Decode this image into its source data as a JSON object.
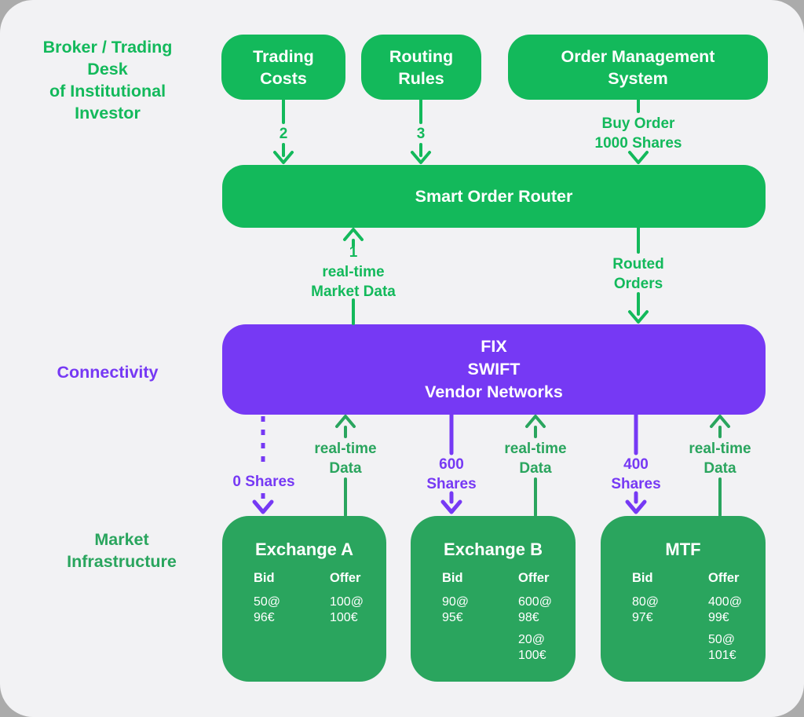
{
  "colors": {
    "bright_green": "#13b95b",
    "dark_green": "#2aa55e",
    "purple": "#7639f4",
    "card_bg": "#f2f2f4",
    "outer_bg": "#ababab",
    "box_text": "#ffffff"
  },
  "sections": {
    "broker": "Broker / Trading\nDesk\nof Institutional\nInvestor",
    "connectivity": "Connectivity",
    "market_infrastructure": "Market\nInfrastructure"
  },
  "boxes": {
    "trading_costs": "Trading\nCosts",
    "routing_rules": "Routing\nRules",
    "oms": "Order Management\nSystem",
    "sor": "Smart Order Router",
    "connectivity_box": "FIX\nSWIFT\nVendor Networks"
  },
  "arrow_labels": {
    "step2": "2",
    "step3": "3",
    "buy_order": "Buy Order\n1000 Shares",
    "market_data": "1\nreal-time\nMarket Data",
    "routed_orders": "Routed\nOrders",
    "zero_shares": "0 Shares",
    "rt_a": "real-time\nData",
    "shares_600": "600\nShares",
    "rt_b": "real-time\nData",
    "shares_400": "400\nShares",
    "rt_c": "real-time\nData"
  },
  "exchanges": [
    {
      "title": "Exchange A",
      "bid_header": "Bid",
      "offer_header": "Offer",
      "bids": [
        "50@\n96€"
      ],
      "offers": [
        "100@\n100€"
      ]
    },
    {
      "title": "Exchange B",
      "bid_header": "Bid",
      "offer_header": "Offer",
      "bids": [
        "90@\n95€"
      ],
      "offers": [
        "600@\n98€",
        "20@\n100€"
      ]
    },
    {
      "title": "MTF",
      "bid_header": "Bid",
      "offer_header": "Offer",
      "bids": [
        "80@\n97€"
      ],
      "offers": [
        "400@\n99€",
        "50@\n101€"
      ]
    }
  ]
}
